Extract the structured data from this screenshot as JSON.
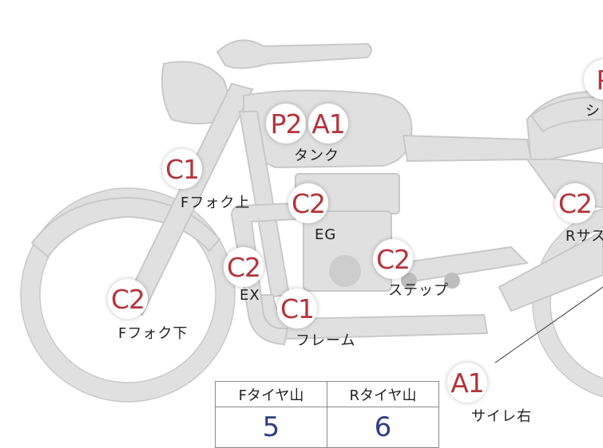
{
  "colors": {
    "body_fill": "#dfe0df",
    "body_stroke": "#c8c9c8",
    "marker_text": "#b5343a",
    "tire_value": "#2e3f86"
  },
  "markers": [
    {
      "id": "tank-p2",
      "code": "P2"
    },
    {
      "id": "tank-a1",
      "code": "A1"
    },
    {
      "id": "fork-upper",
      "code": "C1"
    },
    {
      "id": "eg",
      "code": "C2"
    },
    {
      "id": "rsus",
      "code": "C2"
    },
    {
      "id": "seat",
      "code": "P"
    },
    {
      "id": "ex",
      "code": "C2"
    },
    {
      "id": "step",
      "code": "C2"
    },
    {
      "id": "fork-lower",
      "code": "C2"
    },
    {
      "id": "frame",
      "code": "C1"
    },
    {
      "id": "side-r",
      "code": "A1"
    }
  ],
  "labels": {
    "tank": "タンク",
    "fork_upper": "Fフォク上",
    "eg": "EG",
    "rsus": "Rサス",
    "seat": "シ",
    "ex": "EX",
    "step": "ステップ",
    "fork_lower": "Fフォク下",
    "frame": "フレーム",
    "side_r": "サイレ右"
  },
  "tire_table": {
    "headers": [
      "Fタイヤ山",
      "Rタイヤ山"
    ],
    "values": [
      "5",
      "6"
    ]
  }
}
